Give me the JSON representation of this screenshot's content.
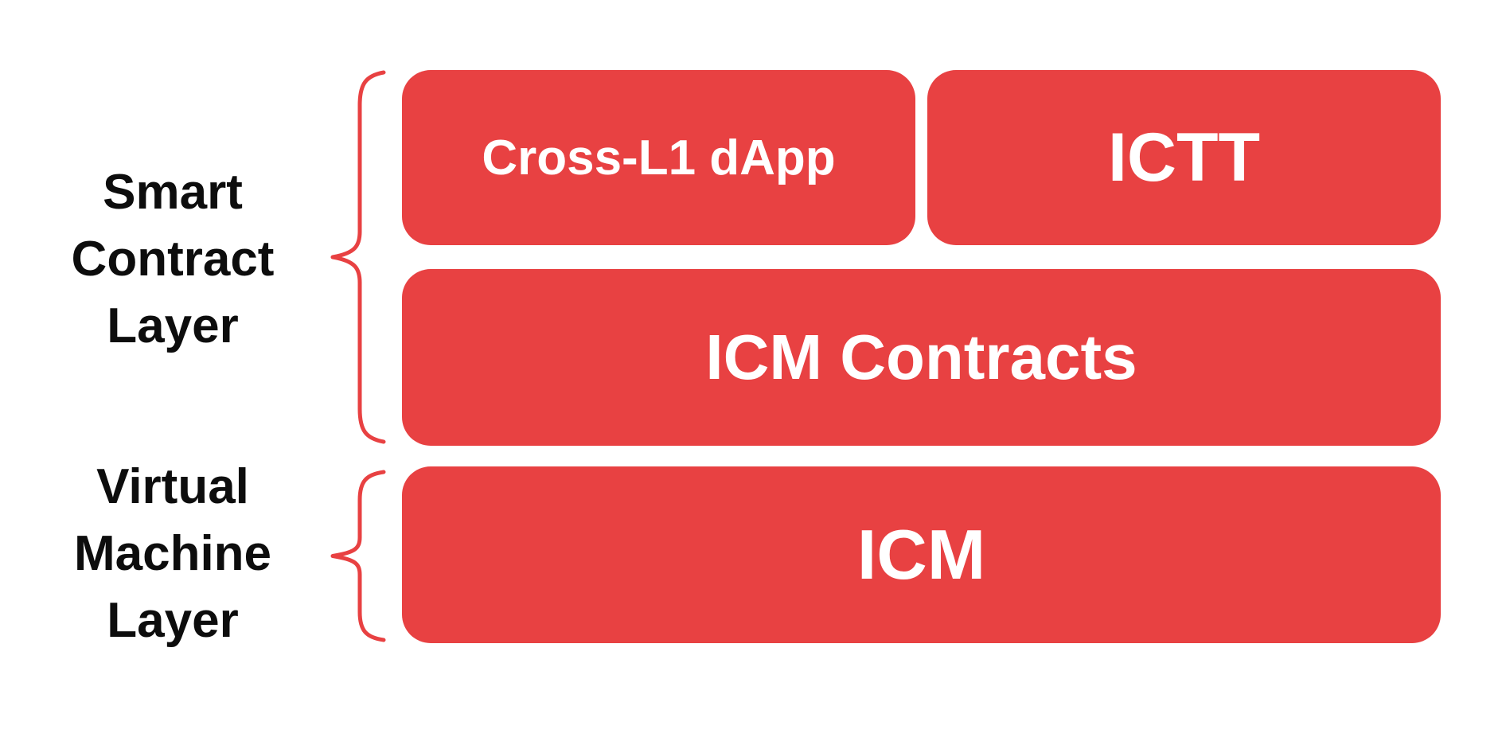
{
  "colors": {
    "box_red": "#E84142",
    "brace_red": "#E84142",
    "label_text": "#0D0D0D",
    "box_text": "#FFFFFF",
    "background": "#FFFFFF"
  },
  "layer_labels": {
    "smart_contract": {
      "line1": "Smart",
      "line2": "Contract",
      "line3": "Layer"
    },
    "virtual_machine": {
      "line1": "Virtual",
      "line2": "Machine",
      "line3": "Layer"
    }
  },
  "boxes": {
    "cross_l1_dapp": "Cross-L1 dApp",
    "ictt": "ICTT",
    "icm_contracts": "ICM Contracts",
    "icm": "ICM"
  }
}
